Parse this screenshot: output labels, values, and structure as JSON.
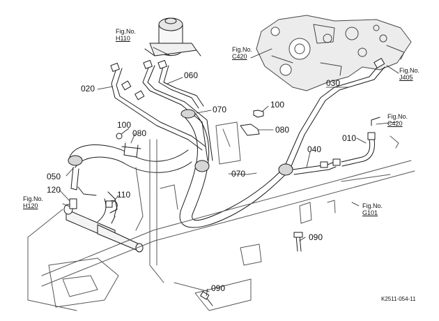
{
  "parts": {
    "p020": "020",
    "p060": "060",
    "p070a": "070",
    "p070b": "070",
    "p030": "030",
    "p100a": "100",
    "p100b": "100",
    "p080a": "080",
    "p080b": "080",
    "p040": "040",
    "p010": "010",
    "p050": "050",
    "p120": "120",
    "p110": "110",
    "p090a": "090",
    "p090b": "090"
  },
  "figure_refs": {
    "h110": {
      "title": "Fig.No.",
      "code": "H110"
    },
    "c420a": {
      "title": "Fig.No.",
      "code": "C420"
    },
    "j405": {
      "title": "Fig.No.",
      "code": "J405"
    },
    "c420b": {
      "title": "Fig.No.",
      "code": "C420"
    },
    "h120": {
      "title": "Fig.No.",
      "code": "H120"
    },
    "g101": {
      "title": "Fig.No.",
      "code": "G101"
    }
  },
  "diagram_code": "K2511-054-11"
}
